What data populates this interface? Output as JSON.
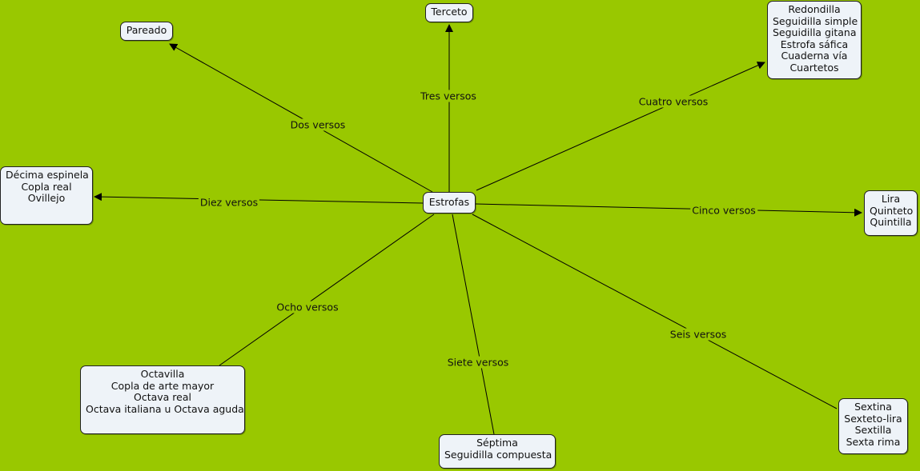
{
  "center": {
    "label": "Estrofas"
  },
  "branches": [
    {
      "id": "dos",
      "label": "Dos versos",
      "arrow": true,
      "items": [
        "Pareado"
      ]
    },
    {
      "id": "tres",
      "label": "Tres versos",
      "arrow": true,
      "items": [
        "Terceto"
      ]
    },
    {
      "id": "cuatro",
      "label": "Cuatro versos",
      "arrow": true,
      "items": [
        "Redondilla",
        "Seguidilla simple",
        "Seguidilla gitana",
        "Estrofa sáfica",
        "Cuaderna vía",
        "Cuartetos"
      ]
    },
    {
      "id": "cinco",
      "label": "Cinco versos",
      "arrow": true,
      "items": [
        "Lira",
        "Quinteto",
        "Quintilla"
      ]
    },
    {
      "id": "seis",
      "label": "Seis versos",
      "arrow": false,
      "items": [
        "Sextina",
        "Sexteto-lira",
        "Sextilla",
        "Sexta rima"
      ]
    },
    {
      "id": "siete",
      "label": "Siete versos",
      "arrow": false,
      "items": [
        "Séptima",
        "Seguidilla compuesta"
      ]
    },
    {
      "id": "ocho",
      "label": "Ocho versos",
      "arrow": false,
      "items": [
        "Octavilla",
        "Copla de arte mayor",
        "Octava real",
        "Octava italiana u Octava aguda"
      ]
    },
    {
      "id": "diez",
      "label": "Diez versos",
      "arrow": true,
      "items": [
        "Décima espinela",
        "Copla real",
        "Ovillejo"
      ]
    }
  ]
}
